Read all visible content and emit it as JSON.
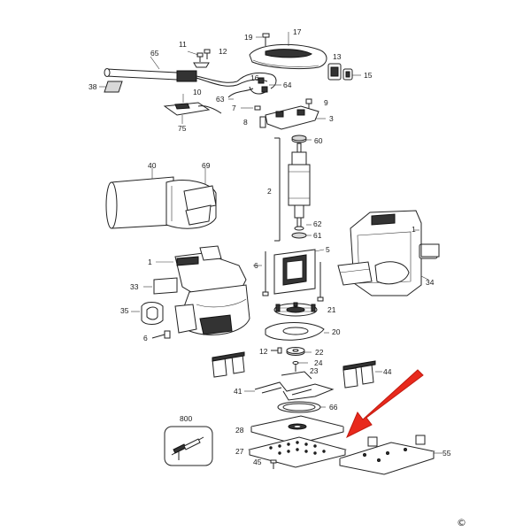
{
  "diagram": {
    "part_numbers": [
      {
        "id": "19",
        "text": "19"
      },
      {
        "id": "17",
        "text": "17"
      },
      {
        "id": "11",
        "text": "11"
      },
      {
        "id": "12a",
        "text": "12"
      },
      {
        "id": "65",
        "text": "65"
      },
      {
        "id": "13",
        "text": "13"
      },
      {
        "id": "15",
        "text": "15"
      },
      {
        "id": "38",
        "text": "38"
      },
      {
        "id": "10",
        "text": "10"
      },
      {
        "id": "16",
        "text": "16"
      },
      {
        "id": "64",
        "text": "64"
      },
      {
        "id": "63",
        "text": "63"
      },
      {
        "id": "9",
        "text": "9"
      },
      {
        "id": "7",
        "text": "7"
      },
      {
        "id": "75",
        "text": "75"
      },
      {
        "id": "8",
        "text": "8"
      },
      {
        "id": "3",
        "text": "3"
      },
      {
        "id": "60",
        "text": "60"
      },
      {
        "id": "40",
        "text": "40"
      },
      {
        "id": "69",
        "text": "69"
      },
      {
        "id": "2",
        "text": "2"
      },
      {
        "id": "62",
        "text": "62"
      },
      {
        "id": "61",
        "text": "61"
      },
      {
        "id": "1a",
        "text": "1"
      },
      {
        "id": "1b",
        "text": "1"
      },
      {
        "id": "5",
        "text": "5"
      },
      {
        "id": "6a",
        "text": "6"
      },
      {
        "id": "33",
        "text": "33"
      },
      {
        "id": "34",
        "text": "34"
      },
      {
        "id": "35",
        "text": "35"
      },
      {
        "id": "21",
        "text": "21"
      },
      {
        "id": "6b",
        "text": "6"
      },
      {
        "id": "20",
        "text": "20"
      },
      {
        "id": "12b",
        "text": "12"
      },
      {
        "id": "22",
        "text": "22"
      },
      {
        "id": "24",
        "text": "24"
      },
      {
        "id": "23",
        "text": "23"
      },
      {
        "id": "44",
        "text": "44"
      },
      {
        "id": "41",
        "text": "41"
      },
      {
        "id": "66",
        "text": "66"
      },
      {
        "id": "800",
        "text": "800"
      },
      {
        "id": "28",
        "text": "28"
      },
      {
        "id": "27",
        "text": "27"
      },
      {
        "id": "55",
        "text": "55"
      },
      {
        "id": "45",
        "text": "45"
      }
    ],
    "copyright_symbol": "©",
    "arrow_color": "#e8291c"
  }
}
